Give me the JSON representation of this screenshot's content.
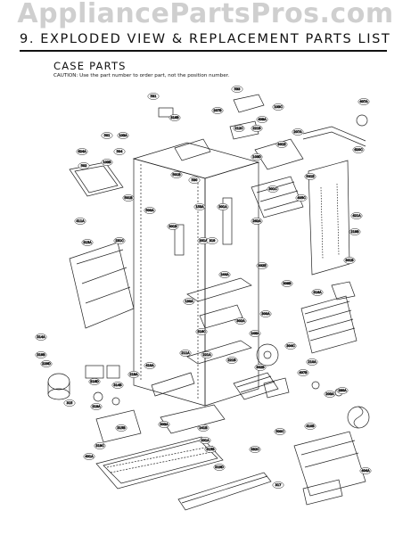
{
  "watermark": "AppliancePartsPros.com",
  "header": {
    "title": "9. EXPLODED VIEW & REPLACEMENT PARTS LIST"
  },
  "section": {
    "title": "CASE PARTS",
    "caution": "CAUTION: Use the part number to order part, not the position number."
  },
  "callouts": [
    "531",
    "533",
    "103C",
    "407A",
    "316B",
    "207B",
    "409A",
    "212C",
    "221B",
    "301E",
    "501",
    "103A",
    "207A",
    "620C",
    "624A",
    "504",
    "502",
    "103B",
    "103D",
    "501B",
    "501E",
    "530",
    "301C",
    "405C",
    "501B",
    "301A",
    "421A",
    "500A",
    "153A",
    "301B",
    "201A",
    "411A",
    "315A",
    "219B",
    "262A",
    "319",
    "231C",
    "244A",
    "302E",
    "308B",
    "301B",
    "300A",
    "316A",
    "314A",
    "319B",
    "130A",
    "302A",
    "316C",
    "246A",
    "315",
    "211A",
    "221A",
    "221B",
    "302B",
    "304C",
    "210A",
    "229D",
    "316D",
    "314B",
    "410A",
    "219A",
    "203A",
    "407B",
    "280A",
    "319A",
    "315B",
    "319C",
    "401A",
    "303A",
    "241B",
    "201A",
    "315B",
    "319D",
    "332C",
    "500C",
    "410B",
    "404A",
    "317"
  ]
}
